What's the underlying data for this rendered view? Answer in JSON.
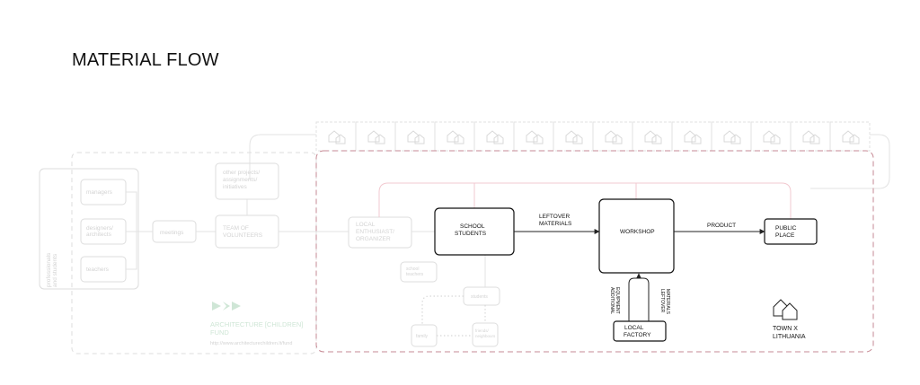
{
  "title": "MATERIAL FLOW",
  "left_group": {
    "vertical_label": "professionals\nand students",
    "roles": [
      "managers",
      "designers/\narchitects",
      "teachers"
    ],
    "meetings": "meetings",
    "team": "TEAM OF\nVOLUNTEERS",
    "other_projects": "other projects/\nassignments/\ninitiatives",
    "local_organizer": "LOCAL\nENTHUSIAST/\nORGANIZER"
  },
  "fund": {
    "name": "ARCHITECTURE [CHILDREN]\nFUND",
    "url": "http://www.architecturechildren.lt/fund"
  },
  "nodes": {
    "school_students": "SCHOOL\nSTUDENTS",
    "workshop": "WORKSHOP",
    "public_place": "PUBLIC\nPLACE",
    "local_factory": "LOCAL\nFACTORY"
  },
  "edges": {
    "leftover_materials": "LEFTOVER\nMATERIALS",
    "product": "PRODUCT",
    "additional_equipment": "ADDITIONAL\nEQUIPMENT",
    "leftover_materials_factory": "LEFTOVER\nMATERIALS"
  },
  "faint_nodes": {
    "school_teachers": "school\nteachers",
    "students": "students",
    "family": "family",
    "friends_neighbours": "friends/\nneighbours"
  },
  "town": {
    "label": "TOWN X\nLITHUANIA",
    "icon": "houses-icon"
  },
  "colors": {
    "main": "#111111",
    "faint": "#dddddd",
    "town_frame": "#c68a94",
    "pink_connector": "#f2c9d0"
  }
}
